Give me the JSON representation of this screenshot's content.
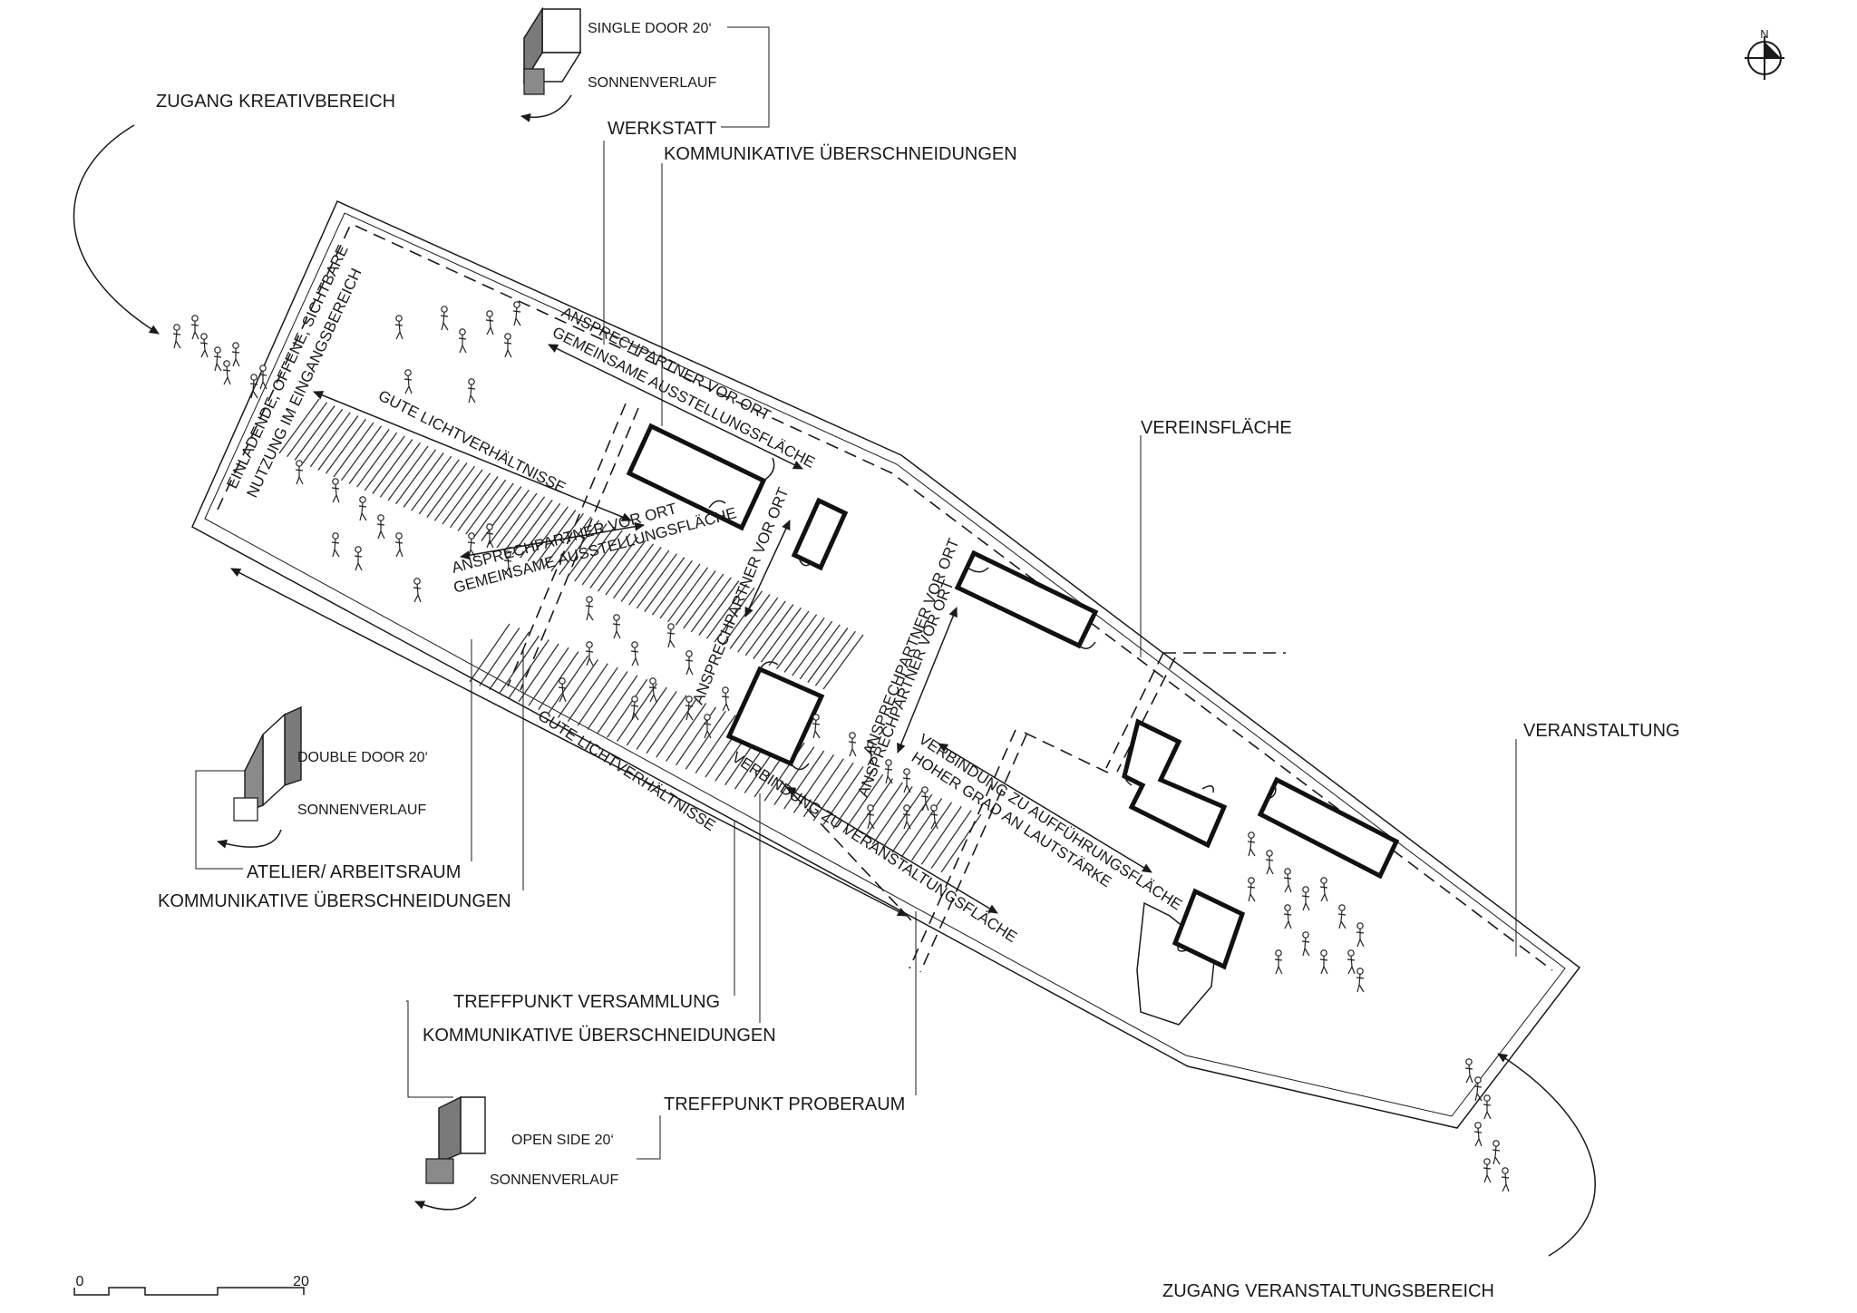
{
  "labels": {
    "zugang_kreativ": "ZUGANG KREATIVBEREICH",
    "werkstatt": "WERKSTATT",
    "kommunikative_top": "KOMMUNIKATIVE ÜBERSCHNEIDUNGEN",
    "vereinsflaeche": "VEREINSFLÄCHE",
    "veranstaltung": "VERANSTALTUNG",
    "atelier": "ATELIER/ ARBEITSRAUM",
    "kommunikative_left": "KOMMUNIKATIVE ÜBERSCHNEIDUNGEN",
    "treffpunkt_versammlung": "TREFFPUNKT VERSAMMLUNG",
    "kommunikative_bottom": "KOMMUNIKATIVE ÜBERSCHNEIDUNGEN",
    "treffpunkt_proberaum": "TREFFPUNKT PROBERAUM",
    "zugang_veranstaltung": "ZUGANG VERANSTALTUNGSBEREICH"
  },
  "containers": {
    "single": {
      "type": "SINGLE DOOR 20‘",
      "sun": "SONNENVERLAUF"
    },
    "double": {
      "type": "DOUBLE DOOR 20‘",
      "sun": "SONNENVERLAUF"
    },
    "open": {
      "type": "OPEN SIDE 20‘",
      "sun": "SONNENVERLAUF"
    }
  },
  "rotated_labels": {
    "einladende_1": "EINLADENDE, OFFENE, SICHTBARE",
    "einladende_2": "NUTZUNG IM EINGANGSBEREICH",
    "ansprech_top_1": "ANSPRECHPARTNER VOR ORT",
    "ansprech_top_2": "GEMEINSAME AUSSTELLUNGSFLÄCHE",
    "gute_licht_top": "GUTE LICHTVERHÄLTNISSE",
    "ansprech_mid_1": "ANSPRECHPARTNER VOR ORT",
    "ansprech_mid_2": "GEMEINSAME AUSSTELLUNGSFLÄCHE",
    "ansprech_vert_1": "ANSPRECHPARTNER VOR ORT",
    "ansprech_vert_2": "ANSPRECHPARTNER VOR ORT",
    "ansprech_vert_3": "ANSPRECHPARTNER VOR ORT",
    "verbindung_auff_1": "VERBINDUNG ZU AUFFÜHRUNGSFLÄCHE",
    "verbindung_auff_2": "HOHER GRAD AN LAUTSTÄRKE",
    "verbindung_veranst": "VERBINDUNG ZU VERANSTALTUNGSFLÄCHE",
    "gute_licht_bottom": "GUTE LICHTVERHÄLTNISSE"
  },
  "north": "N",
  "scale": {
    "start": "0",
    "end": "20"
  }
}
